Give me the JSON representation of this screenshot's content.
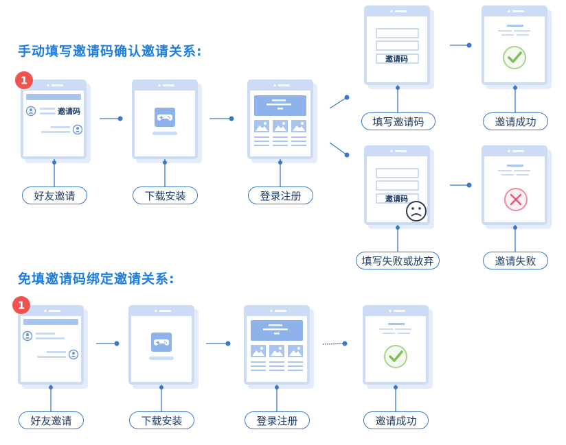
{
  "section1": {
    "title": "手动填写邀请码确认邀请关系:",
    "steps": {
      "invite": "好友邀请",
      "install": "下载安装",
      "register": "登录注册",
      "fill_code": "填写邀请码",
      "success": "邀请成功",
      "fill_fail": "填写失败或放弃",
      "fail": "邀请失败"
    },
    "phone_code_text": "邀请码",
    "badge": "1"
  },
  "section2": {
    "title": "免填邀请码绑定邀请关系:",
    "steps": {
      "invite": "好友邀请",
      "install": "下载安装",
      "register": "登录注册",
      "success": "邀请成功"
    },
    "badge": "1"
  },
  "colors": {
    "accent": "#1e7de0",
    "phone_frame": "#cddcf5",
    "connector": "#3a78c6",
    "success": "#8ec26a",
    "fail": "#e8577a",
    "badge": "#ef5350"
  }
}
